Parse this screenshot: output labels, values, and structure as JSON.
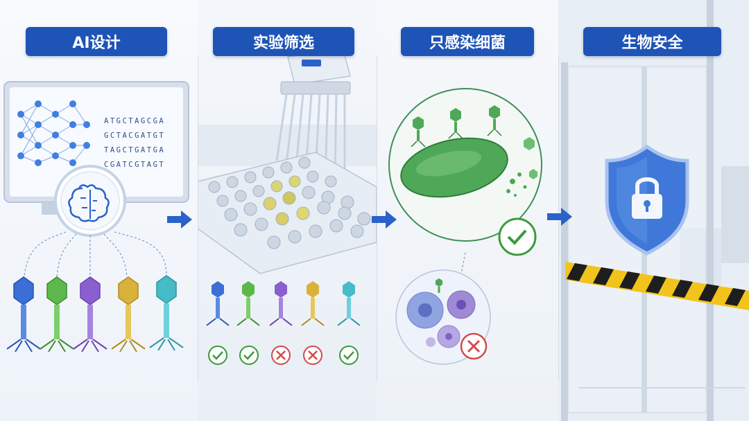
{
  "panels": [
    {
      "title": "AI设计",
      "description": "monitor with neural network, DNA sequences, and five designed phages"
    },
    {
      "title": "实验筛选",
      "description": "multichannel pipette over well plate; five phages screened"
    },
    {
      "title": "只感染细菌",
      "description": "phages infecting rod-shaped bacterium; mammalian cells not infected"
    },
    {
      "title": "生物安全",
      "description": "glass lab wall with shield and padlock, caution tape"
    }
  ],
  "dna_sequences": [
    "ATGCTAGCGA",
    "GCTACGATGT",
    "TAGCTGATGA",
    "CGATCGTAGT"
  ],
  "phage_colors": [
    "#3b6fd6",
    "#5cb84a",
    "#8a5fd0",
    "#d8b23a",
    "#45bcc8"
  ],
  "screening_results": [
    "pass",
    "pass",
    "fail",
    "fail",
    "pass"
  ],
  "icons": {
    "ai": "brain-icon",
    "pass": "checkmark-icon",
    "fail": "x-icon",
    "safety": "shield-lock-icon"
  },
  "colors": {
    "title_bg": "#1f54b7",
    "arrow": "#2a62c9",
    "pass": "#3a9b3a",
    "fail": "#d24a4a",
    "tape_yellow": "#f2c31b"
  }
}
